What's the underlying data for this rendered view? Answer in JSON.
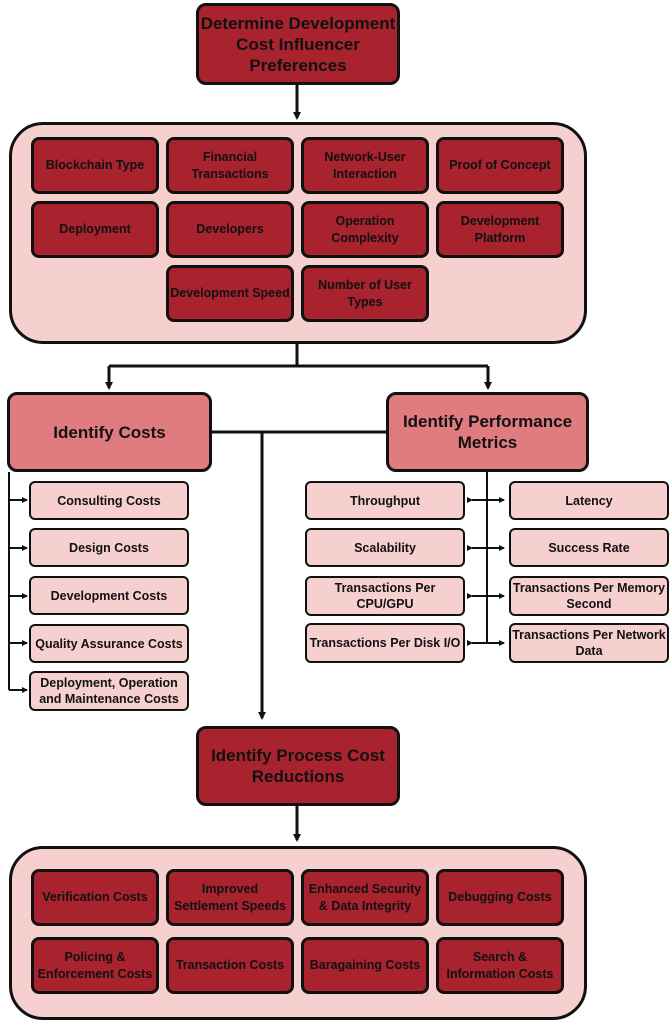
{
  "top": {
    "title": "Determine Development Cost Influencer Preferences"
  },
  "influencers": [
    "Blockchain Type",
    "Financial Transactions",
    "Network-User Interaction",
    "Proof of Concept",
    "Deployment",
    "Developers",
    "Operation Complexity",
    "Development Platform",
    "Development Speed",
    "Number of User Types"
  ],
  "costs": {
    "title": "Identify Costs",
    "items": [
      "Consulting Costs",
      "Design Costs",
      "Development Costs",
      "Quality Assurance Costs",
      "Deployment, Operation and Maintenance Costs"
    ]
  },
  "metrics": {
    "title": "Identify Performance Metrics",
    "left": [
      "Throughput",
      "Scalability",
      "Transactions Per CPU/GPU",
      "Transactions Per Disk I/O"
    ],
    "right": [
      "Latency",
      "Success Rate",
      "Transactions Per Memory Second",
      "Transactions Per Network Data"
    ]
  },
  "reductions": {
    "title": "Identify Process Cost Reductions",
    "items": [
      "Verification Costs",
      "Improved Settlement Speeds",
      "Enhanced Security & Data Integrity",
      "Debugging Costs",
      "Policing & Enforcement Costs",
      "Transaction Costs",
      "Baragaining Costs",
      "Search & Information Costs"
    ]
  }
}
